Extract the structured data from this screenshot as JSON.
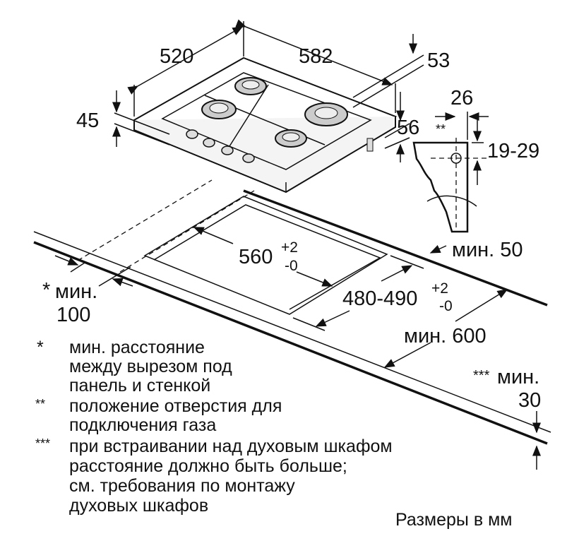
{
  "dimensions": {
    "width": "520",
    "depth": "582",
    "height_rear": "53",
    "height_front": "45",
    "rear_offset": "56",
    "gas_offset": "26",
    "gas_marker": "**",
    "gas_height": "19-29",
    "cutout_width_base": "560",
    "cutout_width_tol_plus": "+2",
    "cutout_width_tol_minus": "-0",
    "cutout_depth_base": "480-490",
    "cutout_depth_tol_plus": "+2",
    "cutout_depth_tol_minus": "-0",
    "min_back": "мин. 50",
    "min_side_star": "*",
    "min_side_label": "мин.",
    "min_side_value": "100",
    "min_depth": "мин. 600",
    "min_oven_stars": "***",
    "min_oven_label": "мин.",
    "min_oven_value": "30"
  },
  "notes": [
    {
      "marker": "*",
      "lines": [
        "мин. расстояние",
        "между вырезом под",
        "панель и стенкой"
      ]
    },
    {
      "marker": "**",
      "lines": [
        "положение отверстия для",
        "подключения газа"
      ]
    },
    {
      "marker": "***",
      "lines": [
        "при встраивании над духовым шкафом",
        "расстояние должно быть больше;",
        "см. требования по монтажу",
        "духовых шкафов"
      ]
    }
  ],
  "units_note": "Размеры в мм"
}
